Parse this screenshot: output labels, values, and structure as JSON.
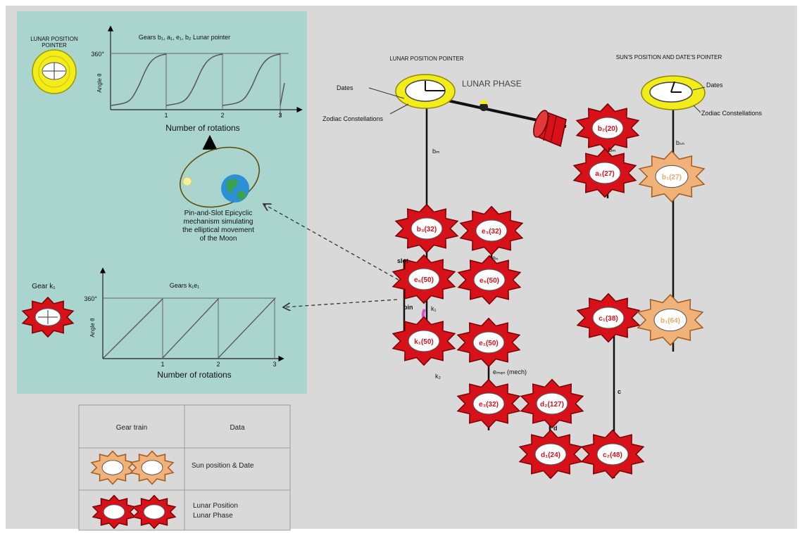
{
  "top_graph": {
    "pointer_label_line1": "LUNAR POSITION",
    "pointer_label_line2": "POINTER",
    "title": "Gears b₁, a₁, e₁, b₂ Lunar pointer",
    "y_tick": "360°",
    "y_label": "Angle θ",
    "x_ticks": [
      "1",
      "2",
      "3"
    ],
    "x_label": "Number of rotations"
  },
  "epicycle_caption": [
    "Pin-and-Slot Epicyclic",
    "mechanism simulating",
    "the elliptical movement",
    "of the Moon"
  ],
  "bottom_graph": {
    "gear_label": "Gear k₁",
    "title": "Gears k₁e₁",
    "y_tick": "360°",
    "y_label": "Angle θ",
    "x_ticks": [
      "1",
      "2",
      "3"
    ],
    "x_label": "Number of rotations"
  },
  "legend": {
    "header_gear": "Gear train",
    "header_data": "Data",
    "row1_text": "Sun position & Date",
    "row2_line1": "Lunar Position",
    "row2_line2": "Lunar Phase"
  },
  "pointers": {
    "lunar_title": "LUNAR POSITION POINTER",
    "sun_title": "SUN'S POSITION AND DATE'S POINTER",
    "lunar_phase": "LUNAR PHASE",
    "dates_left": "Dates",
    "zodiac_left": "Zodiac Constellations",
    "dates_right": "Dates",
    "zodiac_right": "Zodiac Constellations"
  },
  "gears": {
    "b3": "b₃(32)",
    "a1": "e₃(32)",
    "e6": "e₆(50)",
    "e5": "e₅(50)",
    "k1": "k₁(50)",
    "e1": "e₁(50)",
    "e3": "e₃(32)",
    "d2": "d₂(127)",
    "b2": "b₂(20)",
    "b1a": "a₁(27)",
    "b1s": "b₁(27)",
    "c1": "c₁(38)",
    "b1": "b₁(64)",
    "d1": "d₁(24)",
    "c2": "c₂(48)"
  },
  "axis_labels": {
    "bm": "bₘ",
    "bsd": "bₛₙ",
    "slot": "slot",
    "pin": "pin",
    "ee": "eₙ",
    "k1": "k₁",
    "k2": "k₂",
    "emech": "eₘₑₙ (mech)",
    "d": "d",
    "c": "c",
    "bb": "bₘ"
  },
  "colors": {
    "panel": "#aad5cf",
    "gear_red": "#d7111a",
    "gear_orange": "#f1b27a",
    "ring_yellow": "#f2ec1a"
  }
}
